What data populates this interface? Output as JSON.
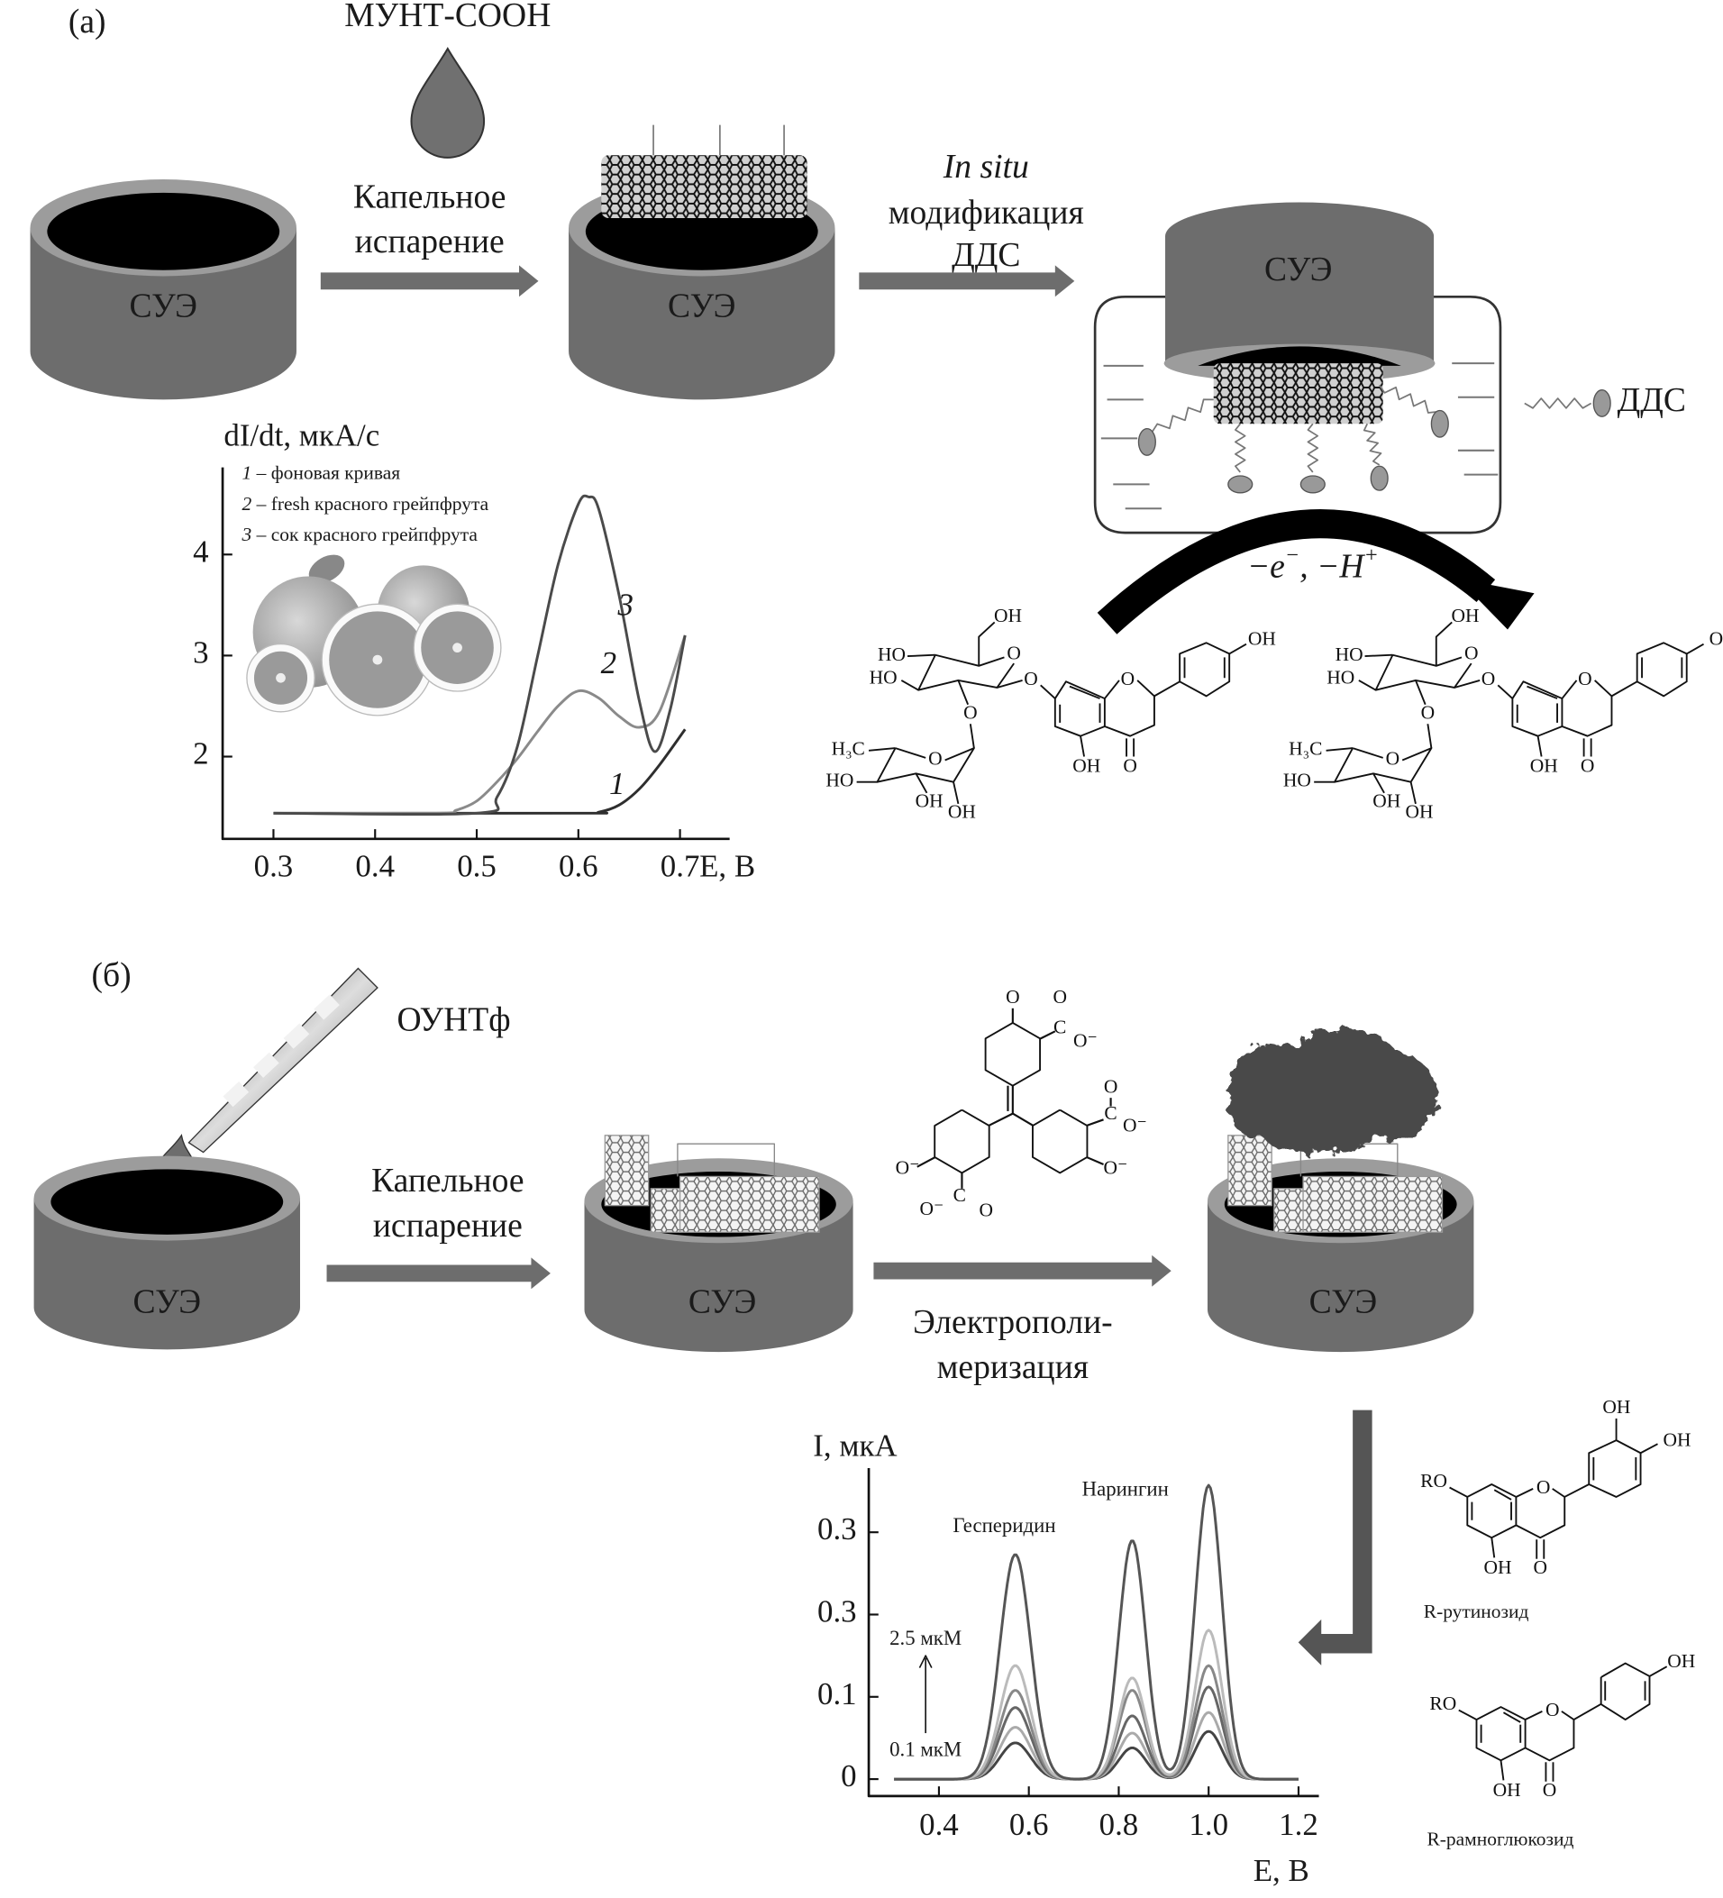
{
  "panel_a": {
    "label": "(а)",
    "reagent": "МУНТ-СООН",
    "step1": [
      "Капельное",
      "испарение"
    ],
    "electrode": "СУЭ",
    "step2_italic": "In situ",
    "step2": [
      "модификация",
      "ДДС"
    ],
    "legend_dds": "ДДС",
    "reaction": {
      "e": "−e",
      "e_sup": "−",
      "h": ", −H",
      "h_sup": "+"
    },
    "naringin_atoms": [
      "OH",
      "HO",
      "HO",
      "O",
      "O",
      "O",
      "O",
      "OH",
      "OH",
      "O",
      "H₃C",
      "HO",
      "OH",
      "OH",
      "O"
    ],
    "radical_atoms": [
      "OH",
      "HO",
      "HO",
      "O",
      "O",
      "O",
      "O",
      "O˙",
      "OH",
      "O",
      "H₃C",
      "HO",
      "OH",
      "OH",
      "O"
    ]
  },
  "panel_b": {
    "label": "(б)",
    "reagent": "ОУНТф",
    "step1": [
      "Капельное",
      "испарение"
    ],
    "electrode": "СУЭ",
    "step2": [
      "Электрополи-",
      "меризация"
    ],
    "monomer_atoms": [
      "O",
      "O",
      "C",
      "O⁻",
      "O",
      "C",
      "O⁻",
      "O⁻",
      "O⁻",
      "C",
      "O⁻",
      "O"
    ],
    "rutinoside_atoms": [
      "RO",
      "O",
      "OH",
      "O",
      "OH",
      "OH"
    ],
    "rutinoside_label": "R-рутинозид",
    "rhamnoglucoside_atoms": [
      "RO",
      "O",
      "OH",
      "O",
      "OH"
    ],
    "rhamnoglucoside_label": "R-рамноглюкозид"
  },
  "colors": {
    "electrode": "#6d6d6d",
    "rim": "#9c9c9c",
    "arrow": "#6d6d6d",
    "reaction_arrow": "#000000"
  },
  "chart_data": [
    {
      "type": "line",
      "ylabel": "dI/dt, мкА/с",
      "xlabel": "E, В",
      "xticks": [
        0.3,
        0.4,
        0.5,
        0.6,
        0.7
      ],
      "xtick_labels": [
        "0.3",
        "0.4",
        "0.5",
        "0.6",
        "0.7"
      ],
      "yticks": [
        2,
        3,
        4
      ],
      "ytick_labels": [
        "2",
        "3",
        "4"
      ],
      "legend": [
        {
          "num": "1",
          "text": " – фоновая кривая"
        },
        {
          "num": "2",
          "text": " – fresh красного грейпфрута"
        },
        {
          "num": "3",
          "text": " – сок красного грейпфрута"
        }
      ],
      "legend_position": "top-left",
      "grid": false,
      "series": [
        {
          "name": "1",
          "color": "#2e2e2e",
          "x": [
            0.3,
            0.6,
            0.62,
            0.64,
            0.66,
            0.68,
            0.705
          ],
          "y": [
            1.44,
            1.44,
            1.45,
            1.52,
            1.68,
            1.92,
            2.27
          ]
        },
        {
          "name": "2",
          "color": "#8a8a8a",
          "x": [
            0.3,
            0.46,
            0.48,
            0.5,
            0.52,
            0.54,
            0.56,
            0.58,
            0.6,
            0.62,
            0.64,
            0.66,
            0.68,
            0.705
          ],
          "y": [
            1.44,
            1.44,
            1.47,
            1.56,
            1.75,
            1.98,
            2.25,
            2.5,
            2.65,
            2.58,
            2.4,
            2.29,
            2.45,
            3.2
          ]
        },
        {
          "name": "3",
          "color": "#4a4a4a",
          "x": [
            0.3,
            0.5,
            0.52,
            0.54,
            0.56,
            0.58,
            0.6,
            0.61,
            0.62,
            0.64,
            0.66,
            0.675,
            0.69,
            0.705
          ],
          "y": [
            1.44,
            1.44,
            1.6,
            2.1,
            3.0,
            3.9,
            4.5,
            4.57,
            4.45,
            3.6,
            2.55,
            2.05,
            2.45,
            3.2
          ]
        }
      ]
    },
    {
      "type": "line",
      "ylabel": "I, мкА",
      "xlabel": "E, В",
      "xticks": [
        0.4,
        0.6,
        0.8,
        1.0,
        1.2
      ],
      "xtick_labels": [
        "0.4",
        "0.6",
        "0.8",
        "1.0",
        "1.2"
      ],
      "yticks": [
        0,
        0.1,
        0.2,
        0.3
      ],
      "ytick_labels": [
        "0",
        "0.1",
        "0.3",
        "0.3"
      ],
      "x_range": [
        0.3,
        1.2
      ],
      "grid": false,
      "peak_labels": [
        "Гесперидин",
        "Нарингин"
      ],
      "peak_positions": [
        0.57,
        0.83,
        1.0
      ],
      "concentration_high": "2.5 мкМ",
      "concentration_low": "0.1 мкМ",
      "series": [
        {
          "color": "#555555",
          "peak_heights": [
            0.273,
            0.29,
            0.357
          ]
        },
        {
          "color": "#bbbbbb",
          "peak_heights": [
            0.138,
            0.123,
            0.181
          ]
        },
        {
          "color": "#888888",
          "peak_heights": [
            0.108,
            0.108,
            0.138
          ]
        },
        {
          "color": "#666666",
          "peak_heights": [
            0.087,
            0.077,
            0.112
          ]
        },
        {
          "color": "#aaaaaa",
          "peak_heights": [
            0.063,
            0.056,
            0.081
          ]
        },
        {
          "color": "#444444",
          "peak_heights": [
            0.044,
            0.038,
            0.058
          ]
        }
      ]
    }
  ]
}
